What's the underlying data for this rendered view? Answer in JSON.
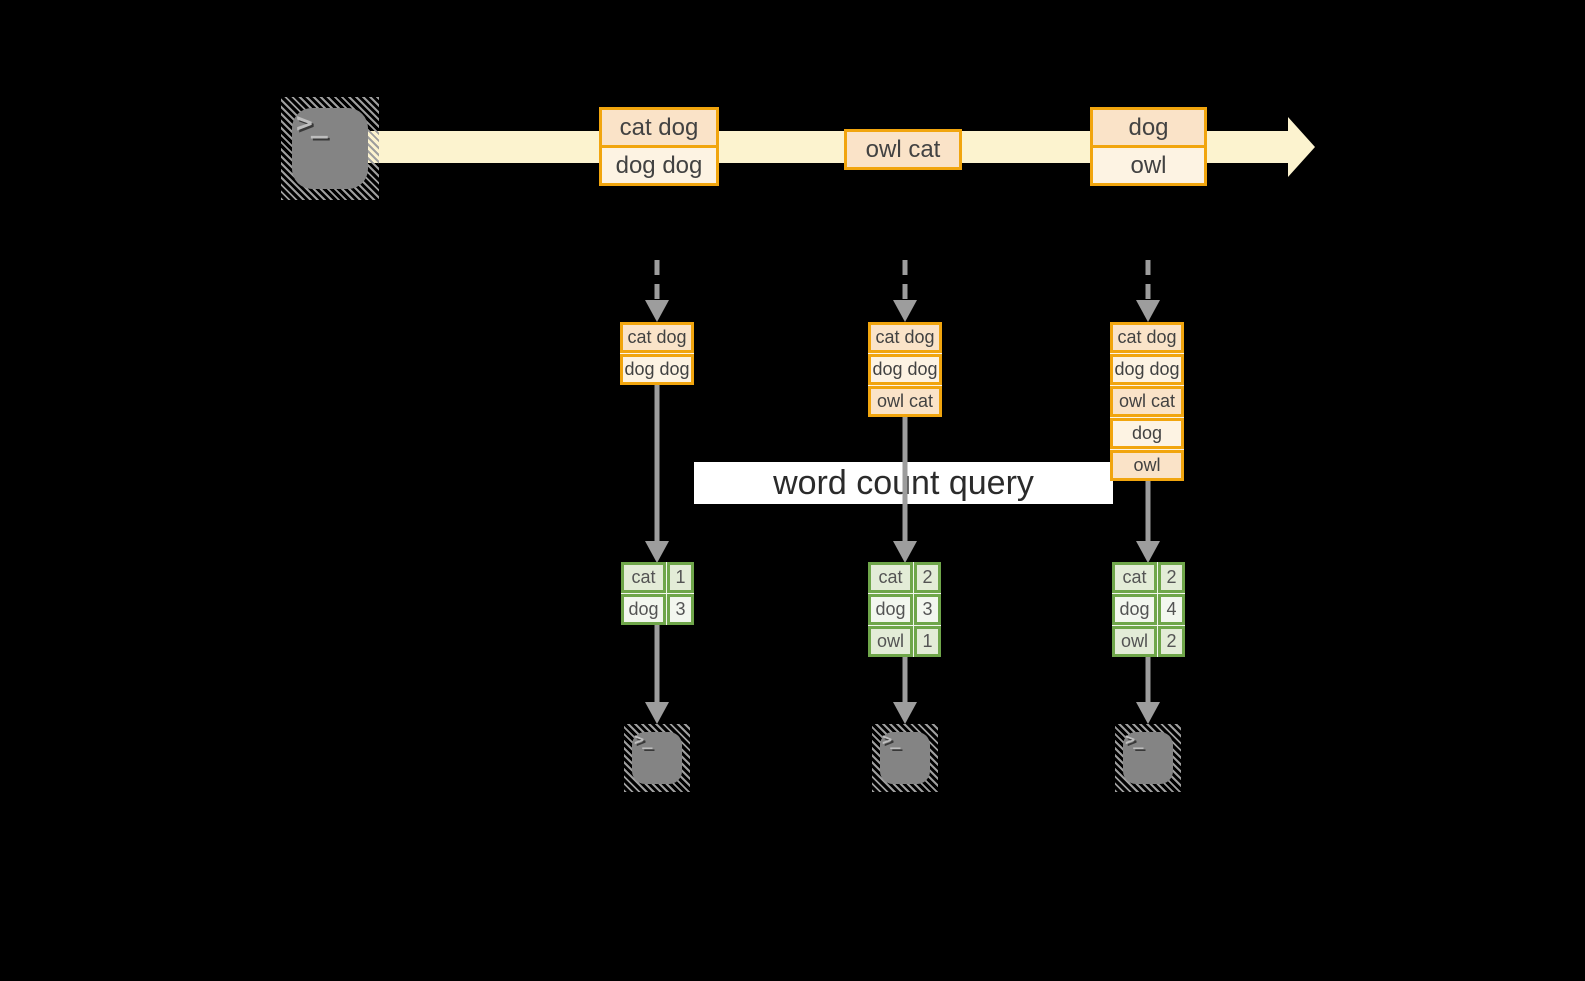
{
  "query": {
    "label": "word count query"
  },
  "icons": {
    "prompt_glyph": ">_"
  },
  "colors": {
    "background": "#000000",
    "stream_band": "#fcf3cf",
    "gold_border": "#f1a50e",
    "peach_fill": "#fae3c8",
    "cream_fill": "#fdf3e3",
    "green_border": "#6fa64a",
    "green_light_fill": "#e3ecd7",
    "green_pale_fill": "#f3f7ef",
    "arrow_gray": "#9d9d9d",
    "banner_bg": "#ffffff",
    "banner_text": "#2b2b2b",
    "terminal_gray": "#848484"
  },
  "columns": [
    {
      "stream": {
        "rows": [
          "cat dog",
          "dog dog"
        ]
      },
      "state": {
        "rows": [
          "cat dog",
          "dog dog"
        ]
      },
      "result": {
        "rows": [
          {
            "word": "cat",
            "count": "1"
          },
          {
            "word": "dog",
            "count": "3"
          }
        ]
      }
    },
    {
      "stream": {
        "rows": [
          "owl cat"
        ]
      },
      "state": {
        "rows": [
          "cat dog",
          "dog dog",
          "owl cat"
        ]
      },
      "result": {
        "rows": [
          {
            "word": "cat",
            "count": "2"
          },
          {
            "word": "dog",
            "count": "3"
          },
          {
            "word": "owl",
            "count": "1"
          }
        ]
      }
    },
    {
      "stream": {
        "rows": [
          "dog",
          "owl"
        ]
      },
      "state": {
        "rows": [
          "cat dog",
          "dog dog",
          "owl cat",
          "dog",
          "owl"
        ]
      },
      "result": {
        "rows": [
          {
            "word": "cat",
            "count": "2"
          },
          {
            "word": "dog",
            "count": "4"
          },
          {
            "word": "owl",
            "count": "2"
          }
        ]
      }
    }
  ]
}
